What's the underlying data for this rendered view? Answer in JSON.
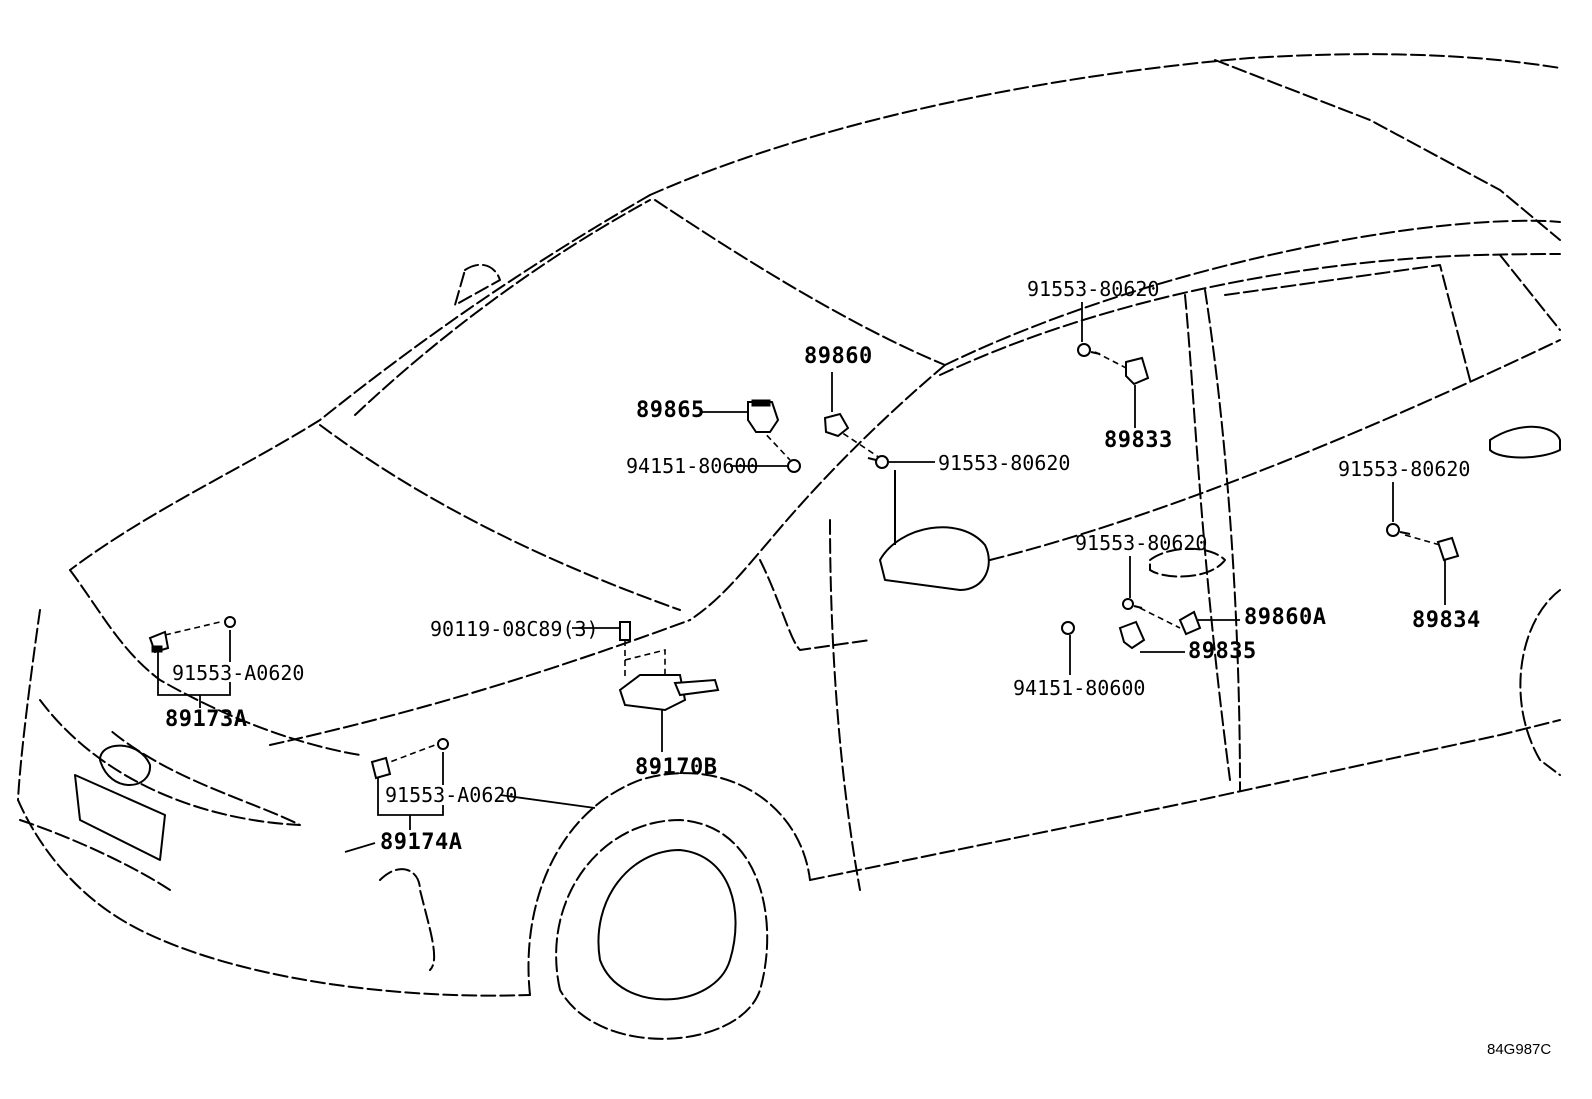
{
  "diagram_ref": "84G987C",
  "part_labels": {
    "p89860": "89860",
    "p89865": "89865",
    "p94151_a": "94151-80600",
    "p91553_mid": "91553-80620",
    "p91553_top": "91553-80620",
    "p89833": "89833",
    "p91553_right": "91553-80620",
    "p89834": "89834",
    "p91553_door": "91553-80620",
    "p89860A": "89860A",
    "p89835": "89835",
    "p94151_b": "94151-80600",
    "p90119": "90119-08C89(3)",
    "p89170B": "89170B",
    "p91553A_left": "91553-A0620",
    "p89173A": "89173A",
    "p91553A_bottom": "91553-A0620",
    "p89174A": "89174A"
  }
}
